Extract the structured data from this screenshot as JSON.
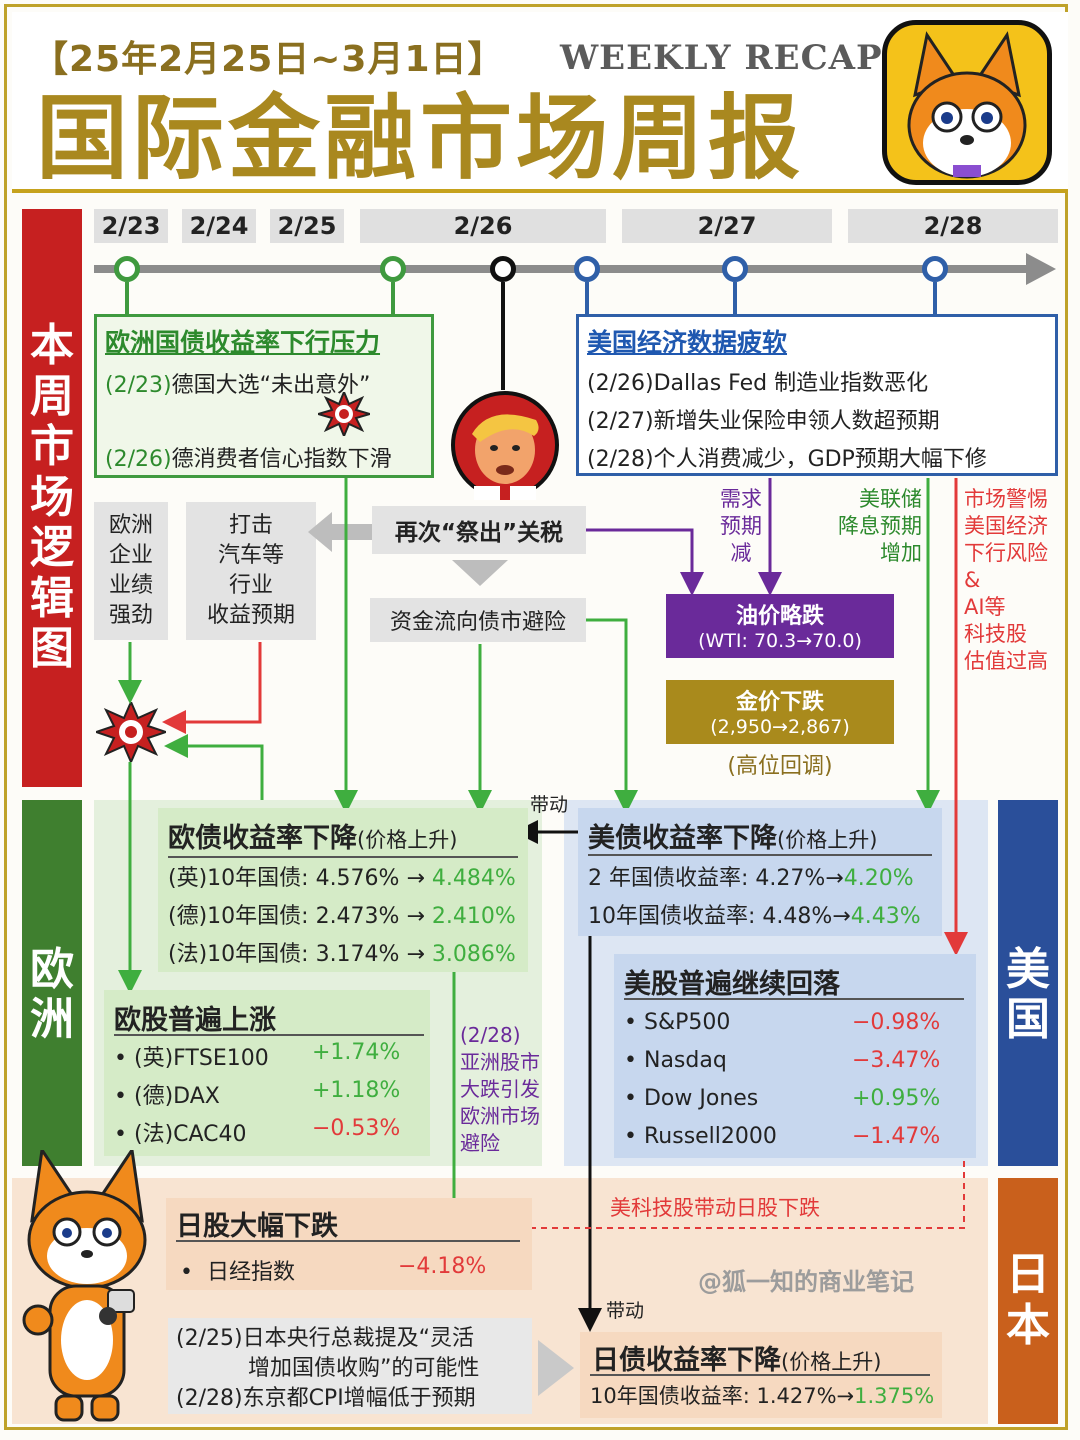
{
  "header": {
    "date_range": "【25年2月25日~3月1日】",
    "recap_label": "WEEKLY RECAP",
    "title": "国际金融市场周报"
  },
  "side_labels": {
    "logic": [
      "本",
      "周",
      "市",
      "场",
      "逻",
      "辑",
      "图"
    ],
    "europe": [
      "欧",
      "洲"
    ],
    "us": [
      "美",
      "国"
    ],
    "japan": [
      "日",
      "本"
    ]
  },
  "timeline": {
    "dates": [
      "2/23",
      "2/24",
      "2/25",
      "2/26",
      "2/27",
      "2/28"
    ]
  },
  "eu_bond_pressure": {
    "title": "欧洲国债收益率下行压力",
    "items": [
      {
        "date": "(2/23)",
        "text": "德国大选“未出意外”"
      },
      {
        "date": "(2/26)",
        "text": "德消费者信心指数下滑"
      }
    ]
  },
  "us_data": {
    "title": "美国经济数据疲软",
    "items": [
      "(2/26)Dallas Fed 制造业指数恶化",
      "(2/27)新增失业保险申领人数超预期",
      "(2/28)个人消费减少，GDP预期大幅下修"
    ]
  },
  "tariff": "再次“祭出”关税",
  "flow_to_bonds": "资金流向债市避险",
  "eu_earnings": [
    "欧洲",
    "企业",
    "业绩",
    "强劲"
  ],
  "hit_auto": [
    "打击",
    "汽车等",
    "行业",
    "收益预期"
  ],
  "demand_label": [
    "需求",
    "预期",
    "减"
  ],
  "fed_label": [
    "美联储",
    "降息预期",
    "增加"
  ],
  "market_alert": [
    "市场警惕",
    "美国经济",
    "下行风险",
    "&",
    "AI等",
    "科技股",
    "估值过高"
  ],
  "oil": {
    "title": "油价略跌",
    "detail": "(WTI: 70.3→70.0)"
  },
  "gold": {
    "title": "金价下跌",
    "detail": "(2,950→2,867)",
    "note": "(高位回调)"
  },
  "drive_label": "带动",
  "eu_bonds": {
    "title": "欧债收益率下降",
    "suffix": "(价格上升)",
    "rows": [
      {
        "label": "(英)10年国债: 4.576% →",
        "value": "4.484%"
      },
      {
        "label": "(德)10年国债: 2.473% →",
        "value": "2.410%"
      },
      {
        "label": "(法)10年国债: 3.174% →",
        "value": "3.086%"
      }
    ]
  },
  "us_bonds": {
    "title": "美债收益率下降",
    "suffix": "(价格上升)",
    "rows": [
      {
        "label": "2 年国债收益率: 4.27%→",
        "value": "4.20%"
      },
      {
        "label": "10年国债收益率: 4.48%→",
        "value": "4.43%"
      }
    ]
  },
  "eu_stocks": {
    "title": "欧股普遍上涨",
    "rows": [
      {
        "name": "(英)FTSE100",
        "value": "+1.74%",
        "color": "#3fae3f"
      },
      {
        "name": "(德)DAX",
        "value": "+1.18%",
        "color": "#3fae3f"
      },
      {
        "name": "(法)CAC40",
        "value": "−0.53%",
        "color": "#e23a3a"
      }
    ]
  },
  "asia_note": [
    "(2/28)",
    "亚洲股市",
    "大跌引发",
    "欧洲市场",
    "避险"
  ],
  "us_stocks": {
    "title": "美股普遍继续回落",
    "rows": [
      {
        "name": "S&P500",
        "value": "−0.98%",
        "color": "#e23a3a"
      },
      {
        "name": "Nasdaq",
        "value": "−3.47%",
        "color": "#e23a3a"
      },
      {
        "name": "Dow Jones",
        "value": "+0.95%",
        "color": "#3fae3f"
      },
      {
        "name": "Russell2000",
        "value": "−1.47%",
        "color": "#e23a3a"
      }
    ]
  },
  "us_tech_note": "美科技股带动日股下跌",
  "jp_stocks": {
    "title": "日股大幅下跌",
    "rows": [
      {
        "name": "日经指数",
        "value": "−4.18%",
        "color": "#e23a3a"
      }
    ]
  },
  "watermark": "@狐一知的商业笔记",
  "jp_events": [
    "(2/25)日本央行总裁提及“灵活",
    "增加国债收购”的可能性",
    "(2/28)东京都CPI增幅低于预期"
  ],
  "jp_bonds": {
    "title": "日债收益率下降",
    "suffix": "(价格上升)",
    "rows": [
      {
        "label": "10年国债收益率: 1.427%→",
        "value": "1.375%"
      }
    ]
  },
  "colors": {
    "gold_accent": "#a9881f",
    "logic_red": "#c62020",
    "europe_green": "#3f7f2f",
    "us_blue": "#2a4f9a",
    "japan_orange": "#c9601c",
    "up_green": "#3fae3f",
    "down_red": "#e23a3a"
  }
}
